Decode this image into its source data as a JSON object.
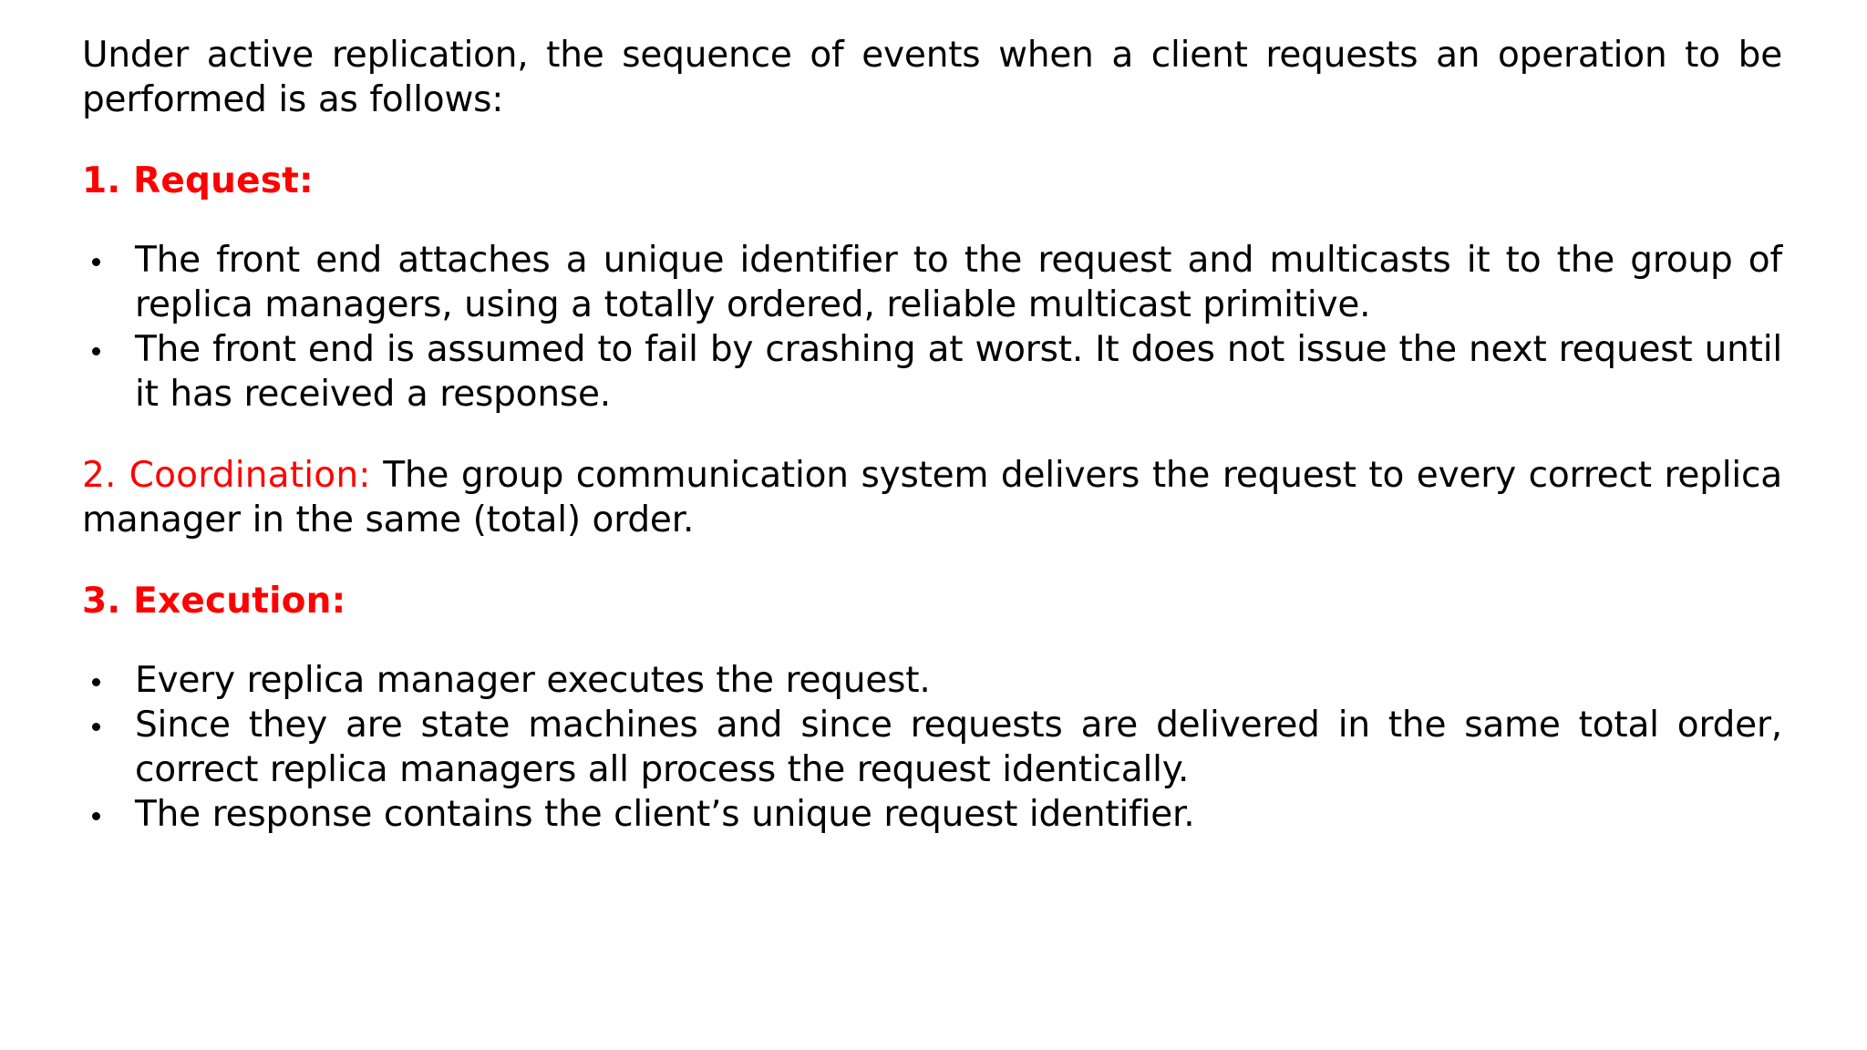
{
  "slide": {
    "background_color": "#ffffff",
    "text_color": "#000000",
    "accent_color": "#ff0000",
    "intro": "Under active replication, the sequence of events when a client requests an operation to be performed is as follows:",
    "sections": [
      {
        "number_label": "1. Request:",
        "inline_body": "",
        "bullets": [
          "The front end attaches a unique identifier to the request and multicasts it to the group of replica managers, using a totally ordered, reliable multicast primitive.",
          "The front end is assumed to fail by crashing at worst. It does not issue the next request until it has received a response."
        ]
      },
      {
        "number_label": "2. Coordination:",
        "inline_body": "The group communication system delivers the request to every correct replica manager in the same (total) order.",
        "bullets": []
      },
      {
        "number_label": "3. Execution:",
        "inline_body": "",
        "bullets": [
          "Every replica manager executes the request.",
          "Since they are state machines and since requests are delivered in the same total order, correct replica managers all process the request identically.",
          "The response contains the client’s unique request identifier."
        ]
      }
    ]
  }
}
